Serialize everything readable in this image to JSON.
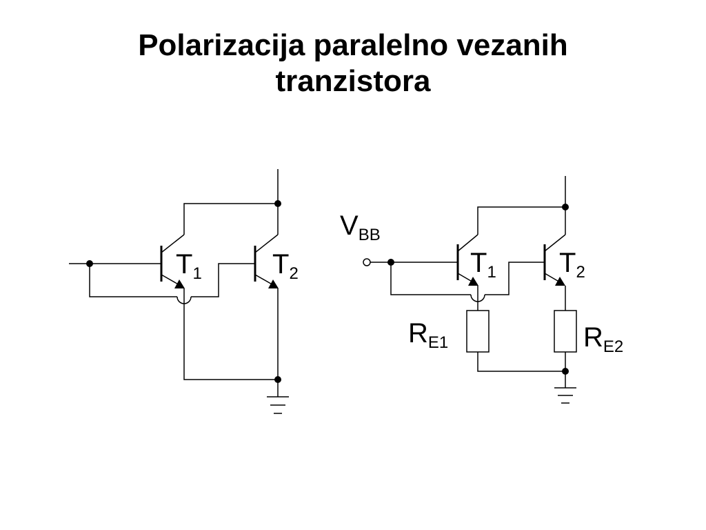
{
  "title": {
    "line1": "Polarizacija paralelno vezanih",
    "line2": "tranzistora"
  },
  "circuit_left": {
    "t1": {
      "main": "T",
      "sub": "1"
    },
    "t2": {
      "main": "T",
      "sub": "2"
    }
  },
  "circuit_right": {
    "vbb": {
      "main": "V",
      "sub": "BB"
    },
    "t1": {
      "main": "T",
      "sub": "1"
    },
    "t2": {
      "main": "T",
      "sub": "2"
    },
    "re1": {
      "main": "R",
      "sub": "E1"
    },
    "re2": {
      "main": "R",
      "sub": "E2"
    }
  }
}
